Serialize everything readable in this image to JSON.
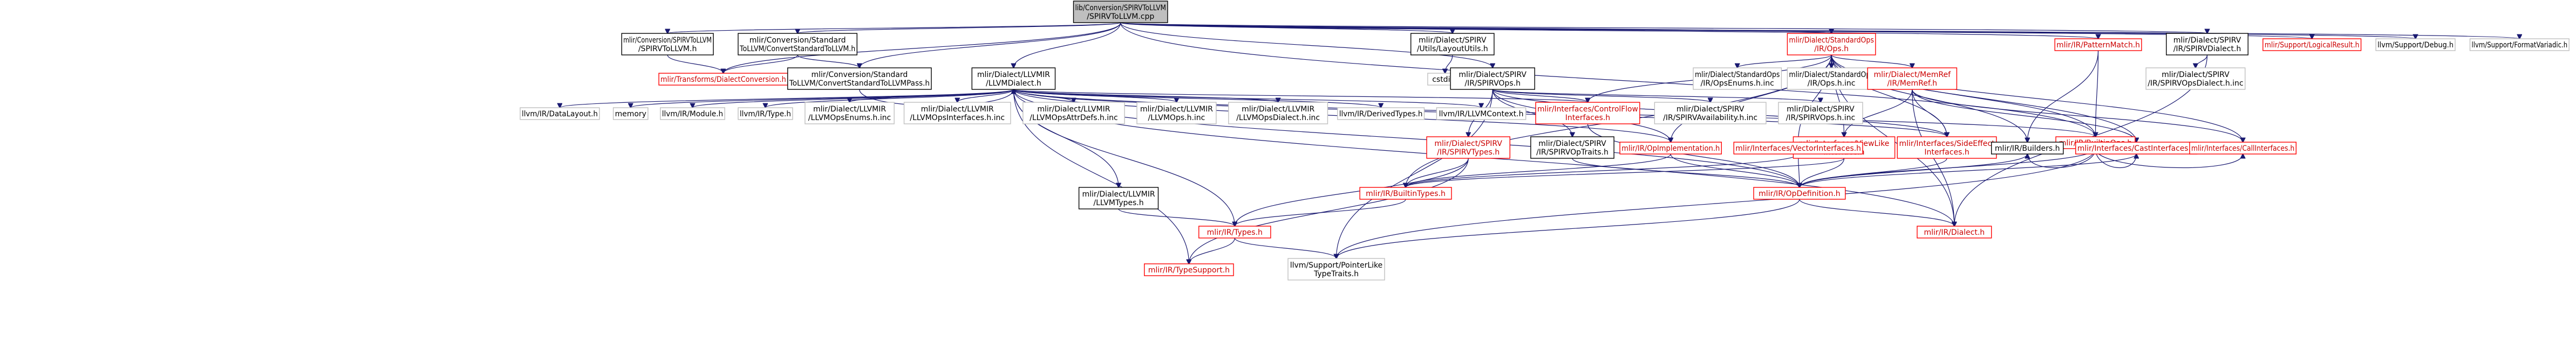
{
  "nodes": [
    {
      "id": "root",
      "lines": [
        "lib/Conversion/SPIRVToLLVM",
        "/SPIRVToLLVM.cpp"
      ],
      "kind": "root"
    },
    {
      "id": "spirvtollvm_h",
      "lines": [
        "mlir/Conversion/SPIRVToLLVM",
        "/SPIRVToLLVM.h"
      ],
      "kind": "std"
    },
    {
      "id": "std_to_llvm_h",
      "lines": [
        "mlir/Conversion/Standard",
        "ToLLVM/ConvertStandardToLLVM.h"
      ],
      "kind": "std"
    },
    {
      "id": "spirv_layout",
      "lines": [
        "mlir/Dialect/SPIRV",
        "/Utils/LayoutUtils.h"
      ],
      "kind": "std"
    },
    {
      "id": "stdops",
      "lines": [
        "mlir/Dialect/StandardOps",
        "/IR/Ops.h"
      ],
      "kind": "red"
    },
    {
      "id": "patternmatch",
      "lines": [
        "mlir/IR/PatternMatch.h"
      ],
      "kind": "red"
    },
    {
      "id": "spirvdialect",
      "lines": [
        "mlir/Dialect/SPIRV",
        "/IR/SPIRVDialect.h"
      ],
      "kind": "std"
    },
    {
      "id": "logicalresult",
      "lines": [
        "mlir/Support/LogicalResult.h"
      ],
      "kind": "red"
    },
    {
      "id": "llvm_debug",
      "lines": [
        "llvm/Support/Debug.h"
      ],
      "kind": "grey"
    },
    {
      "id": "llvm_formatvariadic",
      "lines": [
        "llvm/Support/FormatVariadic.h"
      ],
      "kind": "grey"
    },
    {
      "id": "dialectconversion",
      "lines": [
        "mlir/Transforms/DialectConversion.h"
      ],
      "kind": "red"
    },
    {
      "id": "std_to_llvm_pass",
      "lines": [
        "mlir/Conversion/Standard",
        "ToLLVM/ConvertStandardToLLVMPass.h"
      ],
      "kind": "std"
    },
    {
      "id": "llvmdialect",
      "lines": [
        "mlir/Dialect/LLVMIR",
        "/LLVMDialect.h"
      ],
      "kind": "std"
    },
    {
      "id": "cstdint",
      "lines": [
        "cstdint"
      ],
      "kind": "grey"
    },
    {
      "id": "spirvops",
      "lines": [
        "mlir/Dialect/SPIRV",
        "/IR/SPIRVOps.h"
      ],
      "kind": "std"
    },
    {
      "id": "stdops_enums",
      "lines": [
        "mlir/Dialect/StandardOps",
        "/IR/OpsEnums.h.inc"
      ],
      "kind": "grey"
    },
    {
      "id": "stdops_inc",
      "lines": [
        "mlir/Dialect/StandardOps",
        "/IR/Ops.h.inc"
      ],
      "kind": "grey"
    },
    {
      "id": "memref",
      "lines": [
        "mlir/Dialect/MemRef",
        "/IR/MemRef.h"
      ],
      "kind": "red"
    },
    {
      "id": "spirvopsdialect_inc",
      "lines": [
        "mlir/Dialect/SPIRV",
        "/IR/SPIRVOpsDialect.h.inc"
      ],
      "kind": "grey"
    },
    {
      "id": "datalayout",
      "lines": [
        "llvm/IR/DataLayout.h"
      ],
      "kind": "grey"
    },
    {
      "id": "memory",
      "lines": [
        "memory"
      ],
      "kind": "grey"
    },
    {
      "id": "llvm_module",
      "lines": [
        "llvm/IR/Module.h"
      ],
      "kind": "grey"
    },
    {
      "id": "llvm_type",
      "lines": [
        "llvm/IR/Type.h"
      ],
      "kind": "grey"
    },
    {
      "id": "llvmopsenums",
      "lines": [
        "mlir/Dialect/LLVMIR",
        "/LLVMOpsEnums.h.inc"
      ],
      "kind": "grey"
    },
    {
      "id": "llvmopsinterfaces",
      "lines": [
        "mlir/Dialect/LLVMIR",
        "/LLVMOpsInterfaces.h.inc"
      ],
      "kind": "grey"
    },
    {
      "id": "llvmopsattrdefs",
      "lines": [
        "mlir/Dialect/LLVMIR",
        "/LLVMOpsAttrDefs.h.inc"
      ],
      "kind": "grey"
    },
    {
      "id": "llvmops_inc",
      "lines": [
        "mlir/Dialect/LLVMIR",
        "/LLVMOps.h.inc"
      ],
      "kind": "grey"
    },
    {
      "id": "llvmopsdialect_inc",
      "lines": [
        "mlir/Dialect/LLVMIR",
        "/LLVMOpsDialect.h.inc"
      ],
      "kind": "grey"
    },
    {
      "id": "llvm_derivedtypes",
      "lines": [
        "llvm/IR/DerivedTypes.h"
      ],
      "kind": "grey"
    },
    {
      "id": "llvm_llvmcontext",
      "lines": [
        "llvm/IR/LLVMContext.h"
      ],
      "kind": "grey"
    },
    {
      "id": "controlflowinterfaces",
      "lines": [
        "mlir/Interfaces/ControlFlow",
        "Interfaces.h"
      ],
      "kind": "red"
    },
    {
      "id": "spirvavailability",
      "lines": [
        "mlir/Dialect/SPIRV",
        "/IR/SPIRVAvailability.h.inc"
      ],
      "kind": "grey"
    },
    {
      "id": "spirvops_inc",
      "lines": [
        "mlir/Dialect/SPIRV",
        "/IR/SPIRVOps.h.inc"
      ],
      "kind": "grey"
    },
    {
      "id": "viewlikeinterface",
      "lines": [
        "mlir/Interfaces/ViewLike",
        "Interface.h"
      ],
      "kind": "red"
    },
    {
      "id": "builtinops",
      "lines": [
        "mlir/IR/BuiltinOps.h"
      ],
      "kind": "red"
    },
    {
      "id": "spirvtypes",
      "lines": [
        "mlir/Dialect/SPIRV",
        "/IR/SPIRVTypes.h"
      ],
      "kind": "red"
    },
    {
      "id": "spirvoptraits",
      "lines": [
        "mlir/Dialect/SPIRV",
        "/IR/SPIRVOpTraits.h"
      ],
      "kind": "std"
    },
    {
      "id": "opimplementation",
      "lines": [
        "mlir/IR/OpImplementation.h"
      ],
      "kind": "red"
    },
    {
      "id": "vectorinterfaces",
      "lines": [
        "mlir/Interfaces/VectorInterfaces.h"
      ],
      "kind": "red"
    },
    {
      "id": "sideeffectinterfaces",
      "lines": [
        "mlir/Interfaces/SideEffect",
        "Interfaces.h"
      ],
      "kind": "red"
    },
    {
      "id": "builders",
      "lines": [
        "mlir/IR/Builders.h"
      ],
      "kind": "std"
    },
    {
      "id": "castinterfaces",
      "lines": [
        "mlir/Interfaces/CastInterfaces.h"
      ],
      "kind": "red"
    },
    {
      "id": "callinterfaces",
      "lines": [
        "mlir/Interfaces/CallInterfaces.h"
      ],
      "kind": "red"
    },
    {
      "id": "llvmtypes",
      "lines": [
        "mlir/Dialect/LLVMIR",
        "/LLVMTypes.h"
      ],
      "kind": "std"
    },
    {
      "id": "builtintypes",
      "lines": [
        "mlir/IR/BuiltinTypes.h"
      ],
      "kind": "red"
    },
    {
      "id": "opdefinition",
      "lines": [
        "mlir/IR/OpDefinition.h"
      ],
      "kind": "red"
    },
    {
      "id": "types",
      "lines": [
        "mlir/IR/Types.h"
      ],
      "kind": "red"
    },
    {
      "id": "dialect",
      "lines": [
        "mlir/IR/Dialect.h"
      ],
      "kind": "red"
    },
    {
      "id": "typesupport",
      "lines": [
        "mlir/IR/TypeSupport.h"
      ],
      "kind": "red"
    },
    {
      "id": "pointerliketypetraits",
      "lines": [
        "llvm/Support/PointerLike",
        "TypeTraits.h"
      ],
      "kind": "grey"
    }
  ],
  "edges": [
    [
      "root",
      "spirvtollvm_h"
    ],
    [
      "root",
      "std_to_llvm_h"
    ],
    [
      "root",
      "spirv_layout"
    ],
    [
      "root",
      "stdops"
    ],
    [
      "root",
      "patternmatch"
    ],
    [
      "root",
      "spirvdialect"
    ],
    [
      "root",
      "logicalresult"
    ],
    [
      "root",
      "llvm_debug"
    ],
    [
      "root",
      "llvm_formatvariadic"
    ],
    [
      "root",
      "dialectconversion"
    ],
    [
      "root",
      "spirvops"
    ],
    [
      "root",
      "std_to_llvm_pass"
    ],
    [
      "root",
      "llvmdialect"
    ],
    [
      "root",
      "builtinops"
    ],
    [
      "spirvtollvm_h",
      "dialectconversion"
    ],
    [
      "std_to_llvm_h",
      "std_to_llvm_pass"
    ],
    [
      "std_to_llvm_h",
      "dialectconversion"
    ],
    [
      "spirv_layout",
      "cstdint"
    ],
    [
      "stdops",
      "stdops_enums"
    ],
    [
      "stdops",
      "stdops_inc"
    ],
    [
      "stdops",
      "memref"
    ],
    [
      "stdops",
      "viewlikeinterface"
    ],
    [
      "stdops",
      "controlflowinterfaces"
    ],
    [
      "stdops",
      "callinterfaces"
    ],
    [
      "stdops",
      "castinterfaces"
    ],
    [
      "stdops",
      "vectorinterfaces"
    ],
    [
      "stdops",
      "sideeffectinterfaces"
    ],
    [
      "stdops",
      "builders"
    ],
    [
      "stdops",
      "opimplementation"
    ],
    [
      "stdops",
      "builtintypes"
    ],
    [
      "stdops",
      "dialect"
    ],
    [
      "stdops",
      "builtinops"
    ],
    [
      "patternmatch",
      "builtinops"
    ],
    [
      "patternmatch",
      "builders"
    ],
    [
      "spirvdialect",
      "spirvopsdialect_inc"
    ],
    [
      "spirvdialect",
      "dialect"
    ],
    [
      "std_to_llvm_pass",
      "llvmdialect"
    ],
    [
      "llvmdialect",
      "datalayout"
    ],
    [
      "llvmdialect",
      "memory"
    ],
    [
      "llvmdialect",
      "llvm_module"
    ],
    [
      "llvmdialect",
      "llvm_type"
    ],
    [
      "llvmdialect",
      "llvmopsenums"
    ],
    [
      "llvmdialect",
      "llvmopsinterfaces"
    ],
    [
      "llvmdialect",
      "llvmopsattrdefs"
    ],
    [
      "llvmdialect",
      "llvmops_inc"
    ],
    [
      "llvmdialect",
      "llvmopsdialect_inc"
    ],
    [
      "llvmdialect",
      "llvm_derivedtypes"
    ],
    [
      "llvmdialect",
      "llvm_llvmcontext"
    ],
    [
      "llvmdialect",
      "controlflowinterfaces"
    ],
    [
      "llvmdialect",
      "llvmtypes"
    ],
    [
      "llvmdialect",
      "opimplementation"
    ],
    [
      "llvmdialect",
      "sideeffectinterfaces"
    ],
    [
      "llvmdialect",
      "builtinops"
    ],
    [
      "llvmdialect",
      "types"
    ],
    [
      "llvmdialect",
      "typesupport"
    ],
    [
      "llvmdialect",
      "dialect"
    ],
    [
      "llvmdialect",
      "opdefinition"
    ],
    [
      "spirvops",
      "spirvavailability"
    ],
    [
      "spirvops",
      "spirvops_inc"
    ],
    [
      "spirvops",
      "spirvtypes"
    ],
    [
      "spirvops",
      "spirvoptraits"
    ],
    [
      "spirvops",
      "controlflowinterfaces"
    ],
    [
      "spirvops",
      "opimplementation"
    ],
    [
      "spirvops",
      "sideeffectinterfaces"
    ],
    [
      "spirvops",
      "pointerliketypetraits"
    ],
    [
      "memref",
      "viewlikeinterface"
    ],
    [
      "memref",
      "castinterfaces"
    ],
    [
      "memref",
      "sideeffectinterfaces"
    ],
    [
      "memref",
      "callinterfaces"
    ],
    [
      "memref",
      "dialect"
    ],
    [
      "viewlikeinterface",
      "opdefinition"
    ],
    [
      "viewlikeinterface",
      "builtintypes"
    ],
    [
      "builtinops",
      "castinterfaces"
    ],
    [
      "builtinops",
      "callinterfaces"
    ],
    [
      "builtinops",
      "builders"
    ],
    [
      "builtinops",
      "opdefinition"
    ],
    [
      "builtinops",
      "pointerliketypetraits"
    ],
    [
      "spirvtypes",
      "builtintypes"
    ],
    [
      "spirvtypes",
      "types"
    ],
    [
      "spirvtypes",
      "typesupport"
    ],
    [
      "spirvoptraits",
      "opdefinition"
    ],
    [
      "opimplementation",
      "builtintypes"
    ],
    [
      "opimplementation",
      "opdefinition"
    ],
    [
      "vectorinterfaces",
      "builtintypes"
    ],
    [
      "vectorinterfaces",
      "opdefinition"
    ],
    [
      "sideeffectinterfaces",
      "opdefinition"
    ],
    [
      "builders",
      "opdefinition"
    ],
    [
      "castinterfaces",
      "opdefinition"
    ],
    [
      "controlflowinterfaces",
      "opdefinition"
    ],
    [
      "llvmtypes",
      "types"
    ],
    [
      "builtintypes",
      "types"
    ],
    [
      "opdefinition",
      "dialect"
    ],
    [
      "opdefinition",
      "pointerliketypetraits"
    ],
    [
      "types",
      "typesupport"
    ],
    [
      "types",
      "pointerliketypetraits"
    ]
  ]
}
